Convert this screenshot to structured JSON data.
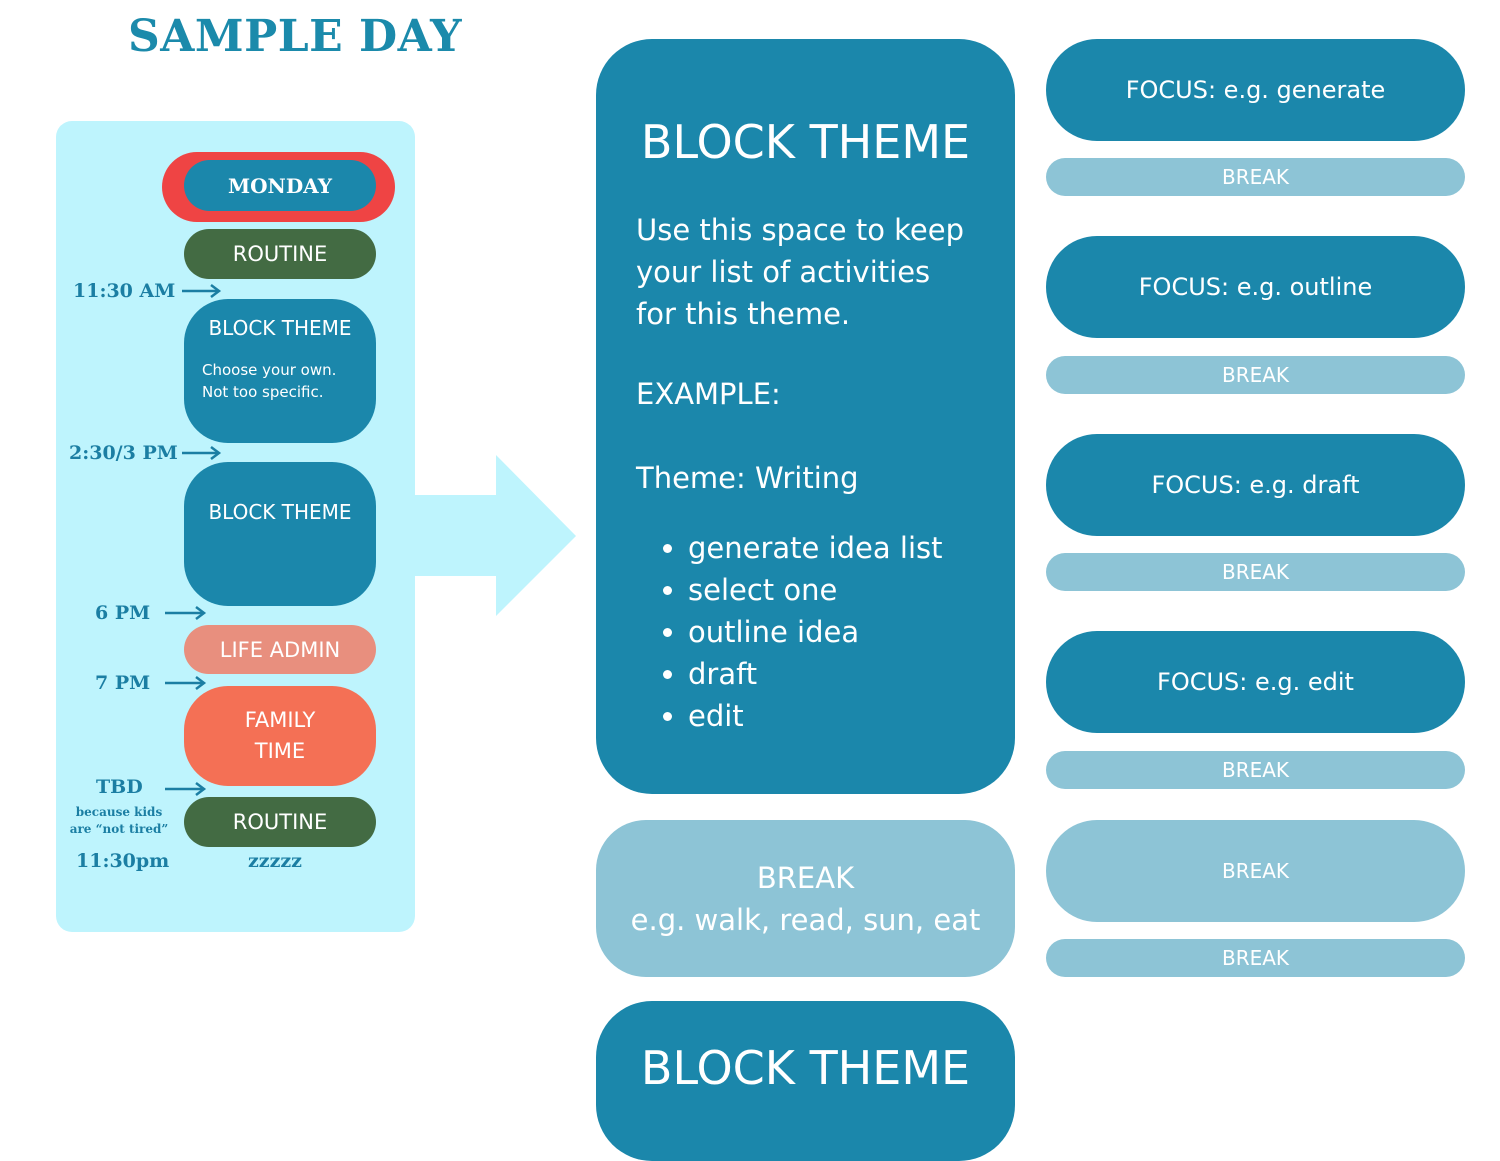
{
  "title": "SAMPLE DAY",
  "schedule": {
    "day": "MONDAY",
    "routine_top": "ROUTINE",
    "block_1_title": "BLOCK THEME",
    "block_1_note": [
      "Choose your own.",
      "Not too specific."
    ],
    "block_2_title": "BLOCK THEME",
    "life_admin": "LIFE ADMIN",
    "family_time": [
      "FAMILY",
      "TIME"
    ],
    "routine_bottom": "ROUTINE",
    "times": {
      "t1": "11:30 AM",
      "t2": "2:30/3 PM",
      "t3": "6 PM",
      "t4": "7 PM",
      "t5": "TBD",
      "t5_note": [
        "because kids",
        "are “not tired”"
      ],
      "t6": "11:30pm"
    },
    "sleep": "zzzzz"
  },
  "detail": {
    "block_title": "BLOCK THEME",
    "description": [
      "Use this space to keep",
      "your list of activities",
      "for this theme."
    ],
    "example_label": "EXAMPLE:",
    "theme_label": "Theme: Writing",
    "activities": [
      "generate idea list",
      "select one",
      "outline idea",
      "draft",
      "edit"
    ],
    "break_title": "BREAK",
    "break_examples": "e.g. walk, read, sun, eat",
    "bottom_block_title": "BLOCK THEME"
  },
  "focus_column": {
    "focus_1": "FOCUS: e.g. generate",
    "break_1": "BREAK",
    "focus_2": "FOCUS: e.g. outline",
    "break_2": "BREAK",
    "focus_3": "FOCUS: e.g. draft",
    "break_3": "BREAK",
    "focus_4": "FOCUS: e.g. edit",
    "break_4": "BREAK",
    "break_5": "BREAK",
    "break_6": "BREAK"
  },
  "colors": {
    "title": "#1b8aab",
    "block_blue": "#1b87ab",
    "break_light_blue": "#8dc4d6",
    "routine_green": "#436b43",
    "life_admin_salmon": "#e88f7e",
    "family_coral": "#f47055",
    "monday_ring_red": "#ef4444",
    "panel_cyan": "#bef4fd"
  }
}
